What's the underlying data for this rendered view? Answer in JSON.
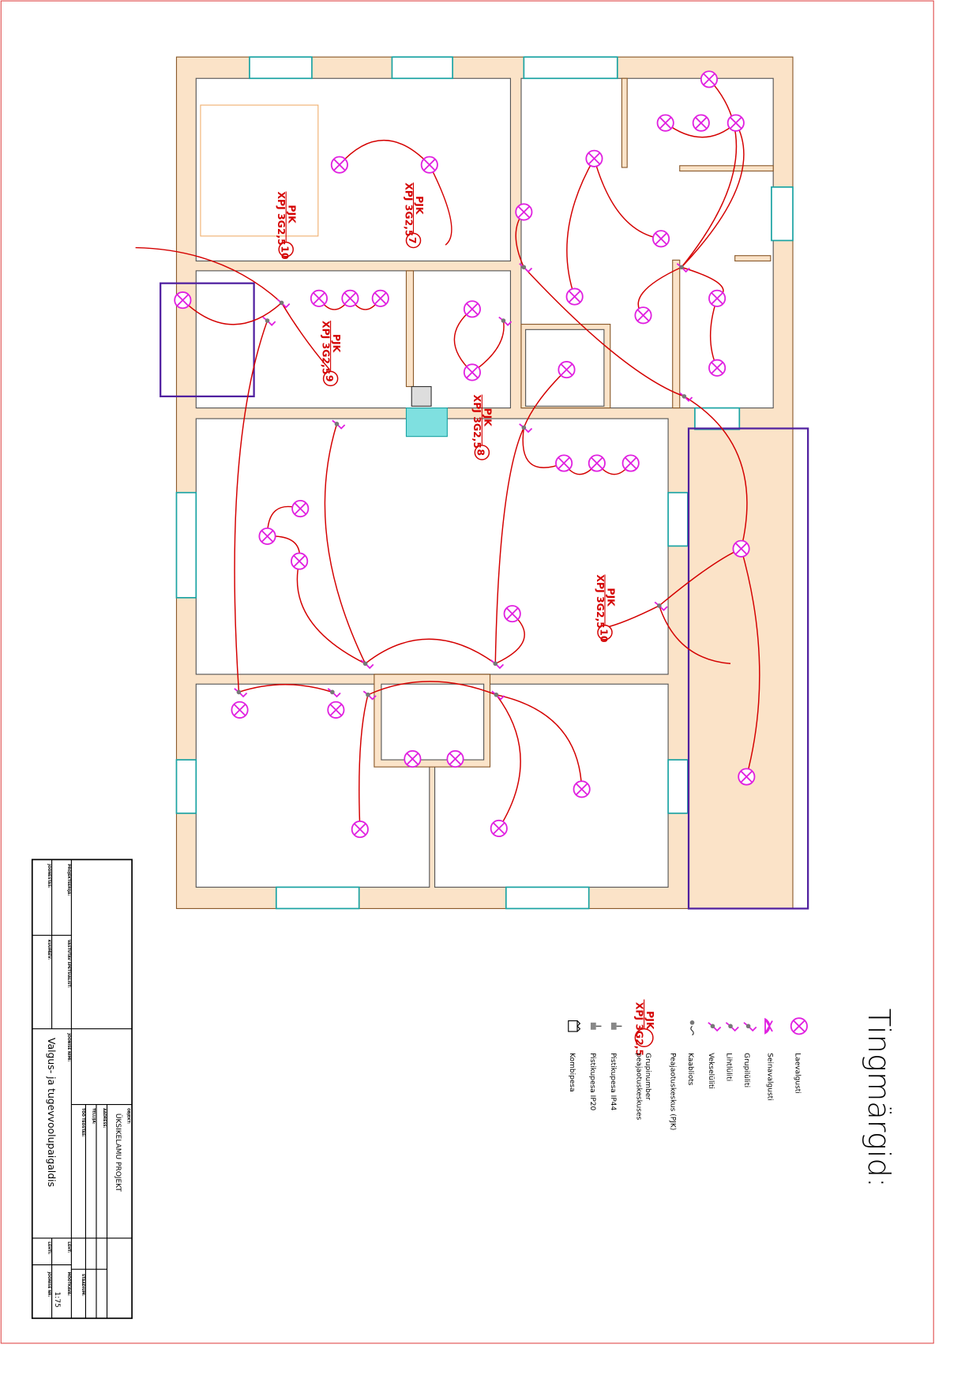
{
  "legend": {
    "title": "Tingmärgid:",
    "items": [
      {
        "icon": "ceiling-light-icon",
        "label": "Laevalgusti"
      },
      {
        "icon": "wall-light-icon",
        "label": "Seinavalgusti"
      },
      {
        "icon": "group-switch-icon",
        "label": "Grupilüliti"
      },
      {
        "icon": "simple-switch-icon",
        "label": "Lihtlüliti"
      },
      {
        "icon": "two-way-switch-icon",
        "label": "Vekselüliti"
      },
      {
        "icon": "cable-end-icon",
        "label": "Kaabliots"
      },
      {
        "icon": "none",
        "label": "Peajaotuskeskus (PJK)"
      },
      {
        "icon": "group-number-icon",
        "label": "Grupinumber",
        "label2": "peajaotuskeskuses"
      },
      {
        "icon": "socket-ip44-icon",
        "label": "Pistikupesa IP44"
      },
      {
        "icon": "socket-ip20-icon",
        "label": "Pistikupesa IP20"
      },
      {
        "icon": "combo-socket-icon",
        "label": "Kombipesa"
      }
    ],
    "sample_group": {
      "panel": "PJK",
      "cable": "XPJ 3G2,5"
    }
  },
  "groups": [
    {
      "panel": "PJK",
      "cable": "XPJ 3G2,5",
      "number": "10"
    },
    {
      "panel": "PJK",
      "cable": "XPJ 3G2,5",
      "number": "7"
    },
    {
      "panel": "PJK",
      "cable": "XPJ 3G2,5",
      "number": "9"
    },
    {
      "panel": "PJK",
      "cable": "XPJ 3G2,5",
      "number": "8"
    },
    {
      "panel": "PJK",
      "cable": "XPJ 3G2,5",
      "number": "10"
    }
  ],
  "title_block": {
    "object_label": "OBJEKT:",
    "object": "ÜKSIKELAMU PROJEKT",
    "address_label": "AADRESS:",
    "client_label": "TELLIJA:",
    "work_label": "TÖÖ TEOSTAS:",
    "stage_label": "STAADIUM:",
    "designer_label": "PROJEKTEERIJA:",
    "specialist_label": "VASTUTAV SPETSIALIST:",
    "drawn_label": "JOONESTAS:",
    "date_label": "KUUPÄEV:",
    "drawing_name_label": "JOONISE NIMI:",
    "drawing_name": "Valgus- ja tugevvoolupaigaldis",
    "sheet_label": "LEHT:",
    "sheets_label": "LEHTI:",
    "scale_label": "MÕÕTKAVA:",
    "scale": "1:75",
    "drawing_no_label": "JOONISE NR:"
  }
}
